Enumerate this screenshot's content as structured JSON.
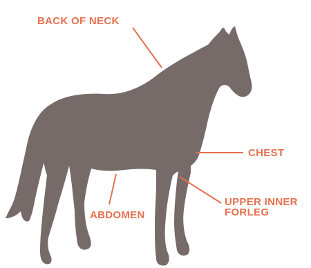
{
  "colors": {
    "horse": "#766b68",
    "accent": "#e5704e",
    "background": "#ffffff"
  },
  "labels": {
    "back_of_neck": "BACK OF NECK",
    "chest": "CHEST",
    "upper_inner_forleg_line1": "UPPER INNER",
    "upper_inner_forleg_line2": "FORLEG",
    "abdomen": "ABDOMEN"
  }
}
